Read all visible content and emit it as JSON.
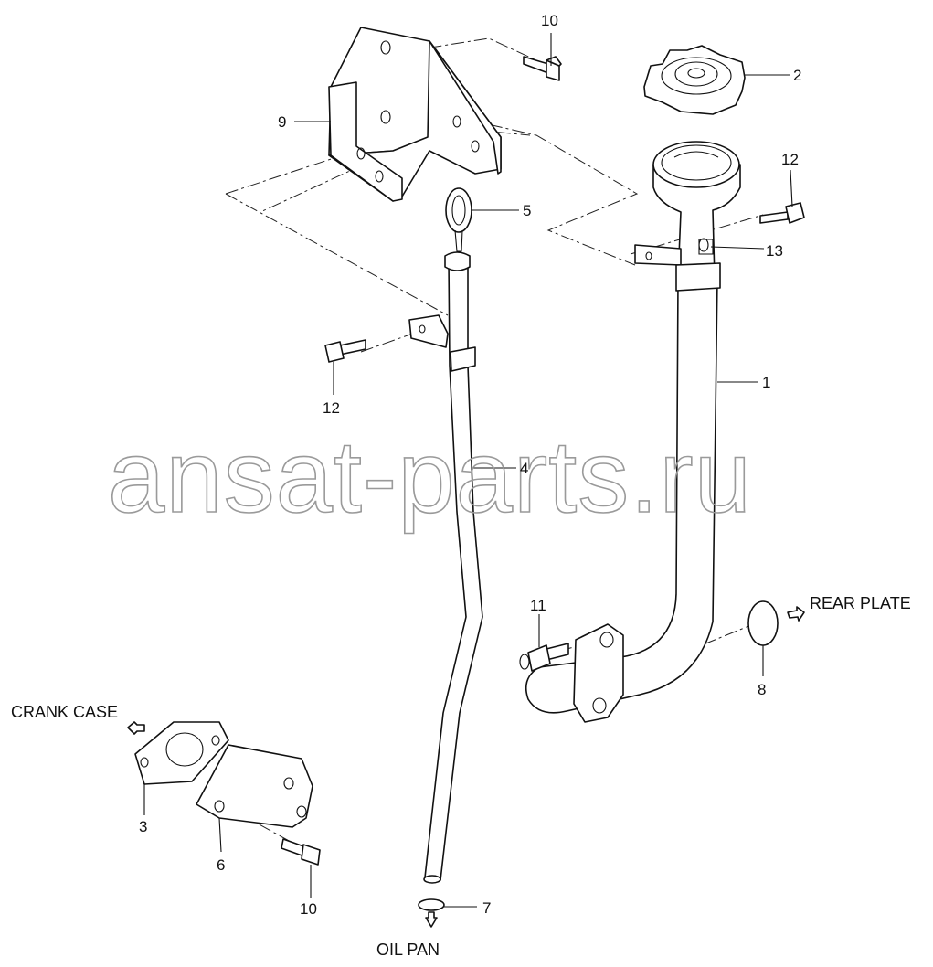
{
  "watermark": "ansat-parts.ru",
  "callouts": {
    "c1": "1",
    "c2": "2",
    "c3": "3",
    "c4": "4",
    "c5": "5",
    "c6": "6",
    "c7": "7",
    "c8": "8",
    "c9": "9",
    "c10a": "10",
    "c10b": "10",
    "c11": "11",
    "c12a": "12",
    "c12b": "12",
    "c13": "13"
  },
  "notes": {
    "crank_case": "CRANK CASE",
    "rear_plate": "REAR PLATE",
    "oil_pan": "OIL PAN"
  }
}
